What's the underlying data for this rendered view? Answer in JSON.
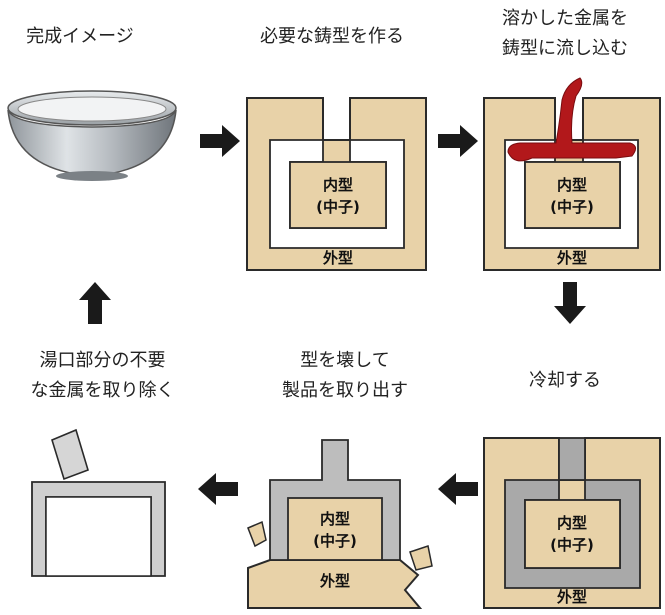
{
  "steps": {
    "finished": {
      "line1": "完成イメージ"
    },
    "make_mold": {
      "line1": "必要な鋳型を作る"
    },
    "pour": {
      "line1": "溶かした金属を",
      "line2": "鋳型に流し込む"
    },
    "cool": {
      "line1": "冷却する"
    },
    "break": {
      "line1": "型を壊して",
      "line2": "製品を取り出す"
    },
    "trim": {
      "line1": "湯口部分の不要",
      "line2": "な金属を取り除く"
    }
  },
  "mold_labels": {
    "inner": "内型",
    "core": "(中子)",
    "outer": "外型"
  },
  "colors": {
    "sand": "#e8d2a8",
    "metal_molten": "#b2181b",
    "metal_cooled": "#a9a9a9",
    "arrow": "#1a1a1a",
    "outline": "#2a2a2a"
  }
}
